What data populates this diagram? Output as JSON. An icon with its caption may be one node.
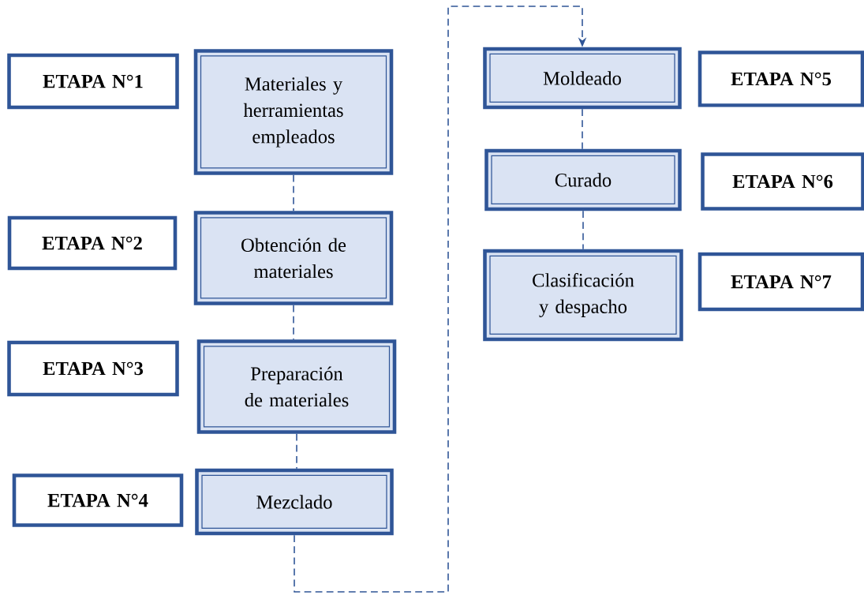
{
  "diagram": {
    "nodes": [
      {
        "text": [
          "ETAPA N°1"
        ]
      },
      {
        "text": [
          "Materiales y herramientas empleados"
        ]
      },
      {
        "text": [
          "ETAPA N°2"
        ]
      },
      {
        "text": [
          "Obtención de materiales"
        ]
      },
      {
        "text": [
          "ETAPA N°3"
        ]
      },
      {
        "text": [
          "Preparación de materiales"
        ]
      },
      {
        "text": [
          "ETAPA N°4"
        ]
      },
      {
        "text": [
          "Mezclado"
        ]
      },
      {
        "text": [
          "Moldeado"
        ]
      },
      {
        "text": [
          "ETAPA N°5"
        ]
      },
      {
        "text": [
          "Curado"
        ]
      },
      {
        "text": [
          "ETAPA N°6"
        ]
      },
      {
        "text": [
          "Clasificación y despacho"
        ]
      },
      {
        "text": [
          "ETAPA N°7"
        ]
      }
    ],
    "edges": [
      {
        "from": 1,
        "to": 3,
        "arrow": "none",
        "style": "dashed"
      },
      {
        "from": 3,
        "to": 5,
        "arrow": "none",
        "style": "dashed"
      },
      {
        "from": 5,
        "to": 7,
        "arrow": "none",
        "style": "dashed"
      },
      {
        "from": 7,
        "to": 8,
        "arrow": "to",
        "style": "dashed"
      },
      {
        "from": 8,
        "to": 10,
        "arrow": "none",
        "style": "dashed"
      },
      {
        "from": 10,
        "to": 12,
        "arrow": "none",
        "style": "dashed"
      }
    ]
  }
}
